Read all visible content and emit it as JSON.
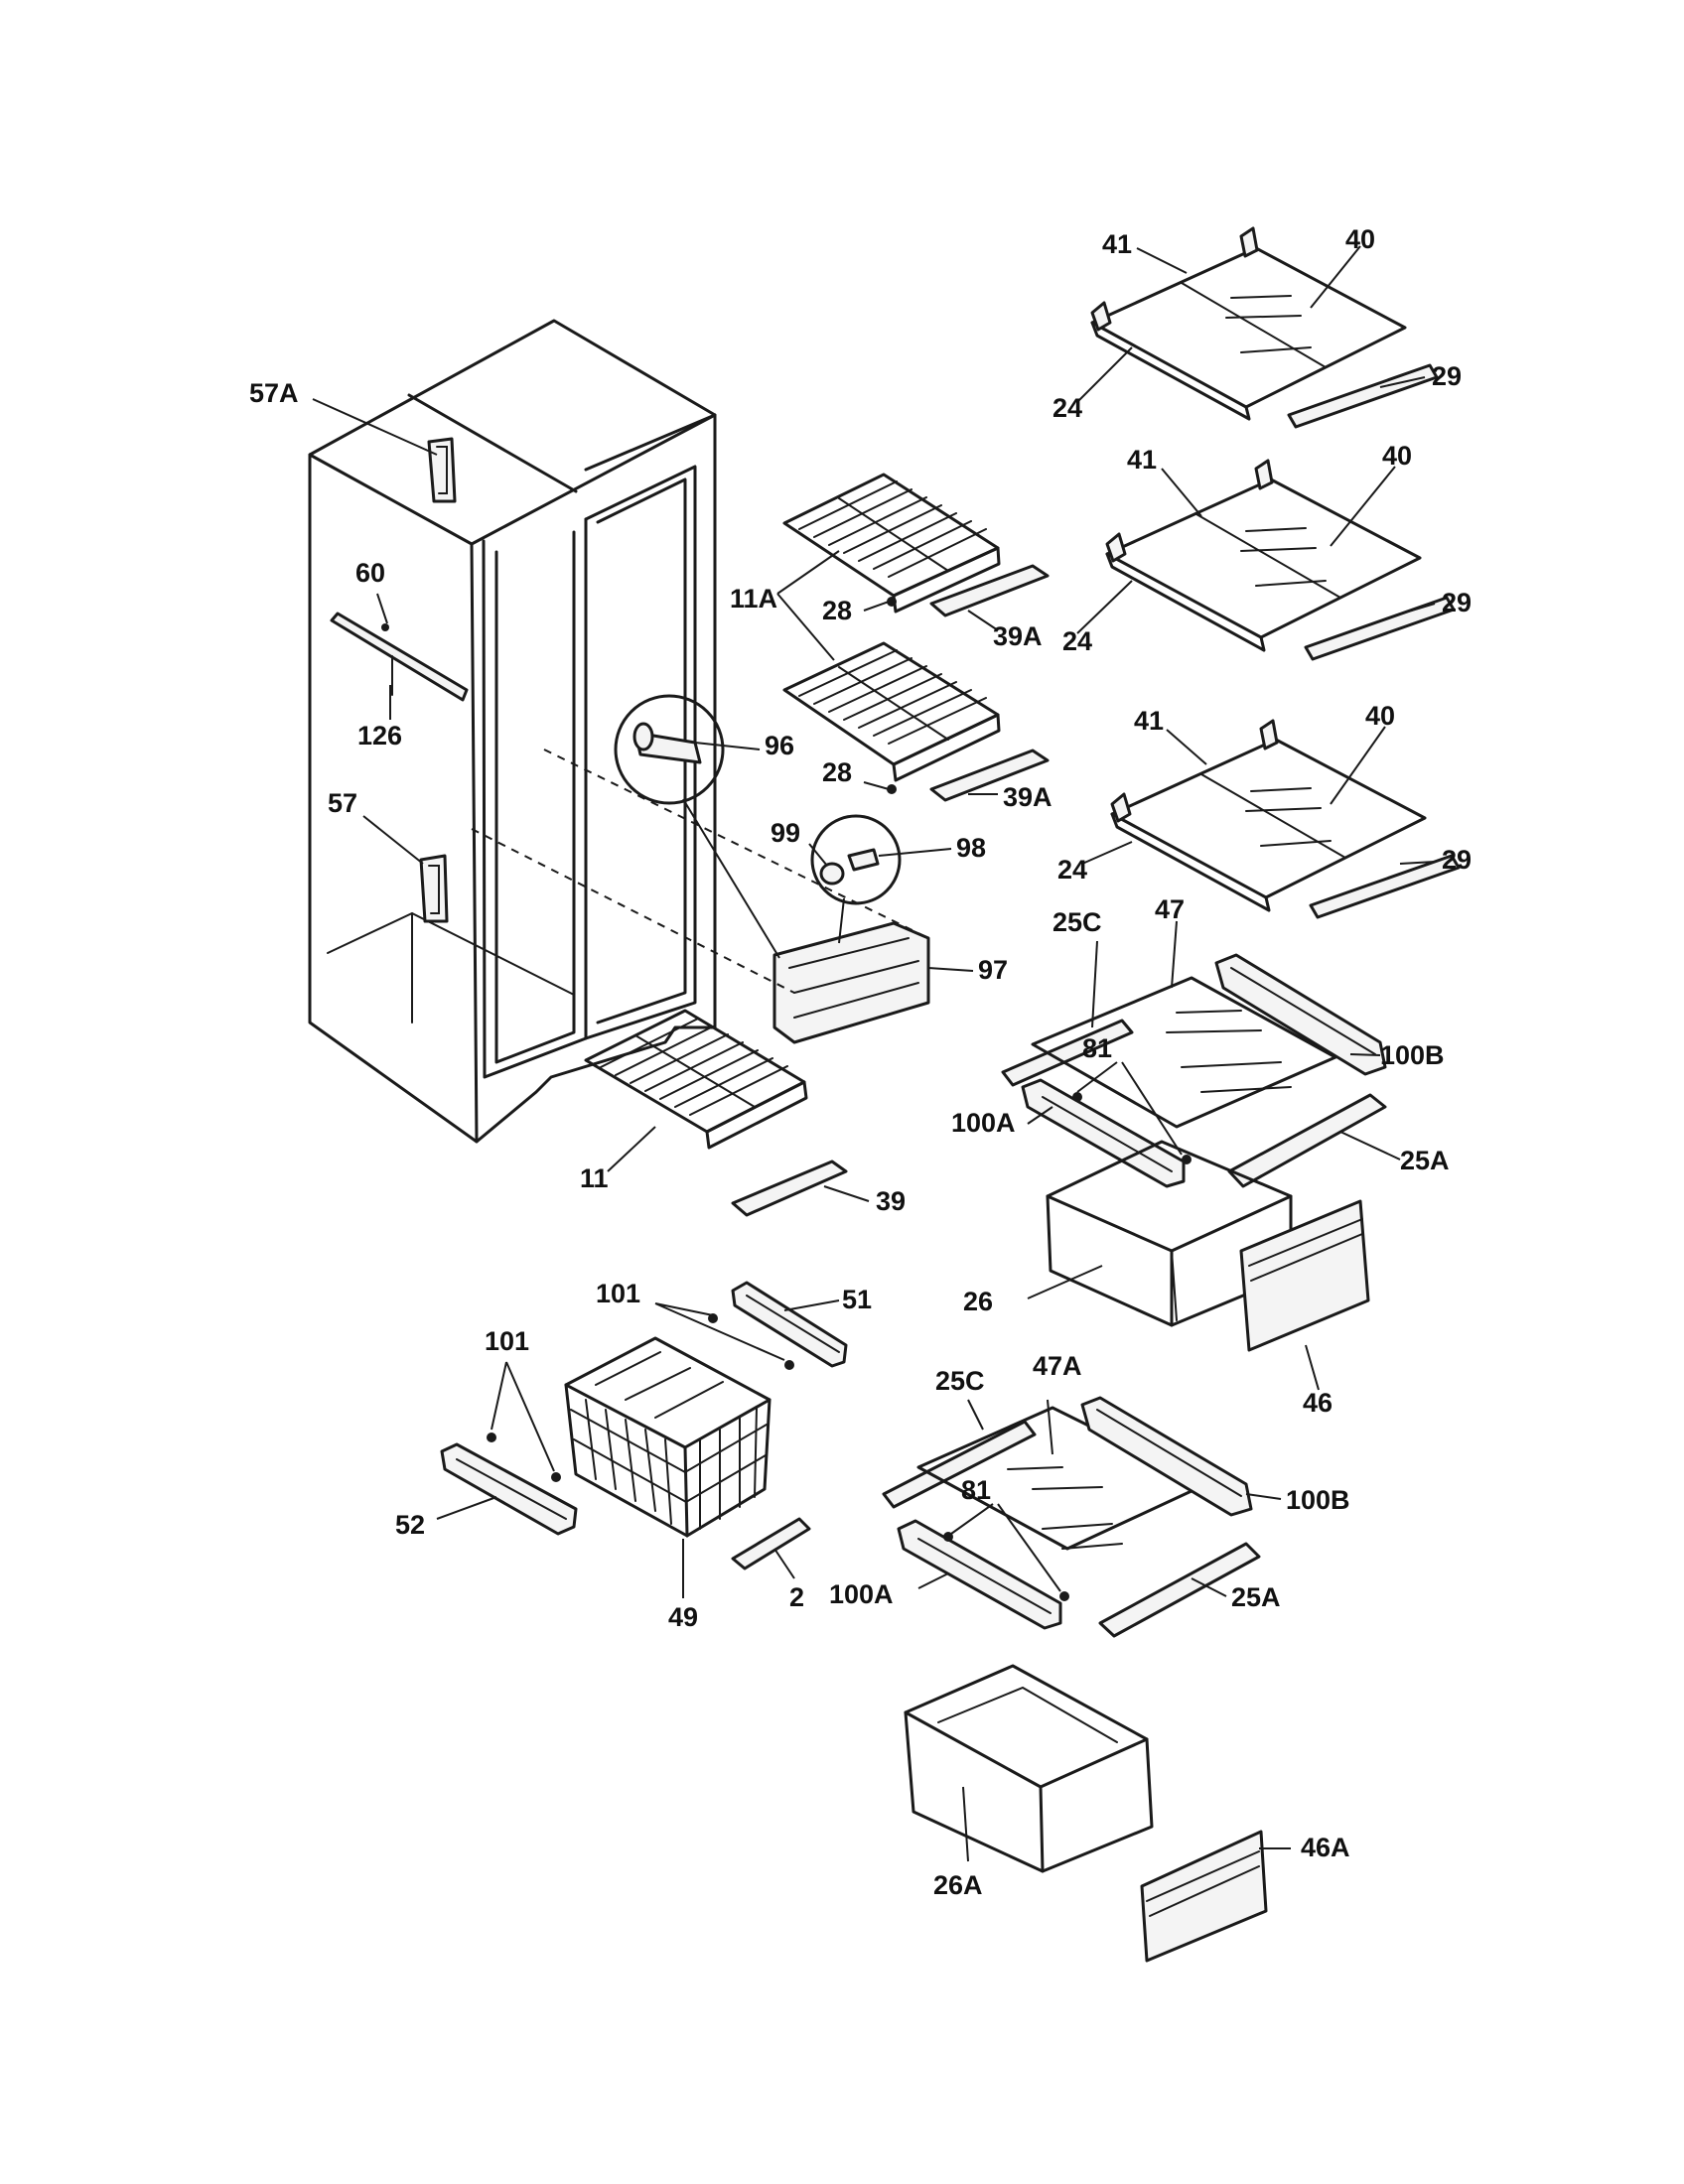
{
  "callouts": {
    "c57A": "57A",
    "c60": "60",
    "c126": "126",
    "c57": "57",
    "c96": "96",
    "c99": "99",
    "c98": "98",
    "c97": "97",
    "c11A": "11A",
    "c28a": "28",
    "c39Aa": "39A",
    "c28b": "28",
    "c39Ab": "39A",
    "c11": "11",
    "c39": "39",
    "c41a": "41",
    "c40a": "40",
    "c24a": "24",
    "c29a": "29",
    "c41b": "41",
    "c40b": "40",
    "c24b": "24",
    "c29b": "29",
    "c41c": "41",
    "c40c": "40",
    "c24c": "24",
    "c29c": "29",
    "c25Ca": "25C",
    "c47": "47",
    "c100Ba": "100B",
    "c81a": "81",
    "c100Aa": "100A",
    "c25Aa": "25A",
    "c26": "26",
    "c46": "46",
    "c101a": "101",
    "c51": "51",
    "c101b": "101",
    "c52": "52",
    "c49": "49",
    "c2": "2",
    "c25Cb": "25C",
    "c47A": "47A",
    "c100Bb": "100B",
    "c81b": "81",
    "c100Ab": "100A",
    "c25Ab": "25A",
    "c26A": "26A",
    "c46A": "46A"
  }
}
